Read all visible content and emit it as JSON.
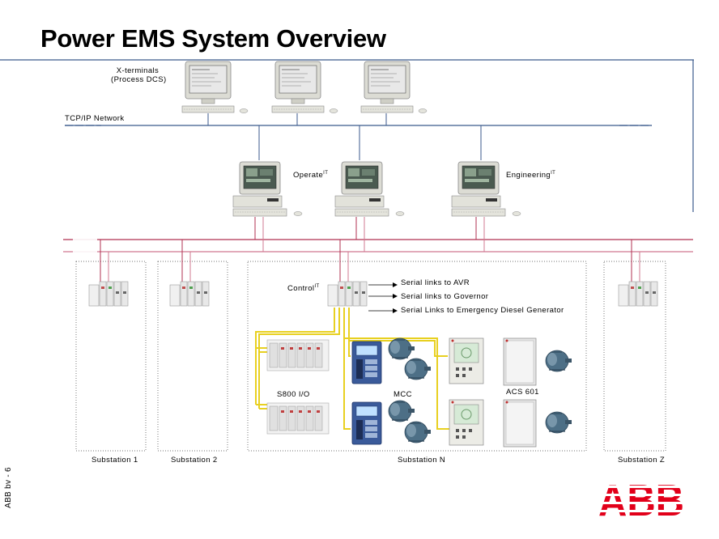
{
  "title": "Power EMS System Overview",
  "side_label": "ABB bv - 6",
  "labels": {
    "xterminals_line1": "X-terminals",
    "xterminals_line2": "(Process DCS)",
    "tcpip": "TCP/IP Network",
    "operate": "Operate",
    "engineering": "Engineering",
    "control": "Control",
    "it": "IT",
    "serial_avr": "Serial links to AVR",
    "serial_governor": "Serial links to Governor",
    "serial_diesel": "Serial Links to Emergency Diesel Generator",
    "s800": "S800 I/O",
    "mcc": "MCC",
    "acs601": "ACS 601",
    "substation1": "Substation 1",
    "substation2": "Substation 2",
    "substationN": "Substation N",
    "substationZ": "Substation Z"
  },
  "logo_text": "ABB",
  "colors": {
    "network_blue": "#3b5a8c",
    "control_network": "#b03050",
    "io_bus_yellow": "#e8d020",
    "logo_red": "#e2001a"
  }
}
